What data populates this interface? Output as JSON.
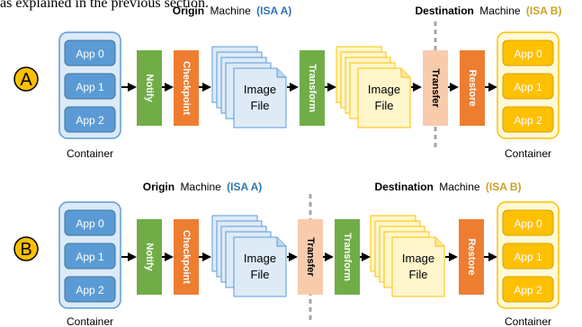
{
  "caption_fragment": "as explained in the previous section.",
  "machines": {
    "origin_word": "Origin",
    "dest_word": "Destination",
    "machine_word": "Machine",
    "isa_a": "(ISA A)",
    "isa_b": "(ISA B)"
  },
  "colors": {
    "app_blue": "#5b9bd5",
    "container_blue": "#dbeaf7",
    "app_gold": "#ffc000",
    "container_yellow": "#fff9d6",
    "notify_green": "#70ad47",
    "checkpoint_orange": "#ed7d31",
    "transfer_peach": "#f8cbad",
    "isa_a_color": "#2e75b6",
    "isa_b_color": "#c9a227",
    "badge_fill": "#ffc000"
  },
  "rows": [
    {
      "badge": "A",
      "left_container": {
        "apps": [
          "App 0",
          "App 1",
          "App 2"
        ],
        "label": "Container"
      },
      "right_container": {
        "apps": [
          "App 0",
          "App 1",
          "App 2"
        ],
        "label": "Container"
      },
      "steps": {
        "notify": "Notify",
        "checkpoint": "Checkpoint",
        "transform": "Transform",
        "transfer": "Transfer",
        "restore": "Restore"
      },
      "image_file_left": [
        "Image",
        "File"
      ],
      "image_file_right": [
        "Image",
        "File"
      ]
    },
    {
      "badge": "B",
      "left_container": {
        "apps": [
          "App 0",
          "App 1",
          "App 2"
        ],
        "label": "Container"
      },
      "right_container": {
        "apps": [
          "App 0",
          "App 1",
          "App 2"
        ],
        "label": "Container"
      },
      "steps": {
        "notify": "Notify",
        "checkpoint": "Checkpoint",
        "transform": "Transform",
        "transfer": "Transfer",
        "restore": "Restore"
      },
      "image_file_left": [
        "Image",
        "File"
      ],
      "image_file_right": [
        "Image",
        "File"
      ]
    }
  ]
}
